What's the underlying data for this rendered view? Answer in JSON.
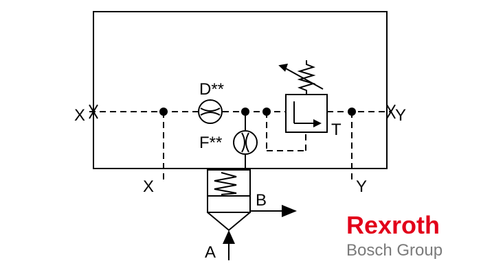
{
  "diagram": {
    "labels": {
      "x_left_port": "X",
      "y_right_port": "Y",
      "x_bottom": "X",
      "y_bottom": "Y",
      "orifice_d": "D**",
      "orifice_f": "F**",
      "tank": "T",
      "port_b": "B",
      "port_a": "A"
    },
    "colors": {
      "line": "#000000",
      "background": "#ffffff"
    }
  },
  "logo": {
    "brand": "Rexroth",
    "group": "Bosch Group",
    "colors": {
      "brand": "#e2001a",
      "group": "#7a7a7a"
    }
  }
}
